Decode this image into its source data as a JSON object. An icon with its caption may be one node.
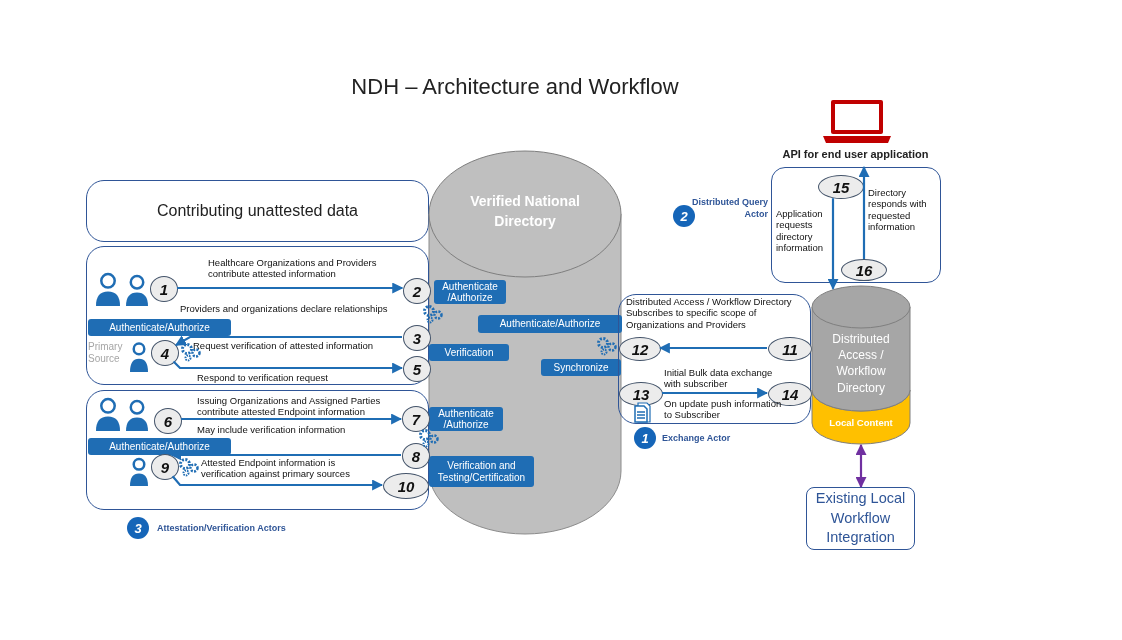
{
  "diagram": {
    "title": "NDH – Architecture and Workflow",
    "nodes": [
      {
        "text": [
          "Contributing unattested data"
        ]
      },
      {
        "text": [
          "Verified National Directory"
        ]
      },
      {
        "text": [],
        "shape": "box"
      },
      {
        "text": [
          "1"
        ],
        "in": 2
      },
      {
        "text": [
          "2"
        ],
        "in": 2
      },
      {
        "text": [
          "Authenticate/Authorize"
        ],
        "in": 2
      },
      {
        "text": [
          "3"
        ],
        "in": 2
      },
      {
        "text": [
          "4"
        ],
        "in": 2
      },
      {
        "text": [
          "5"
        ],
        "in": 2
      },
      {
        "text": [],
        "shape": "box"
      },
      {
        "text": [
          "6"
        ],
        "in": 9
      },
      {
        "text": [
          "7"
        ],
        "in": 9
      },
      {
        "text": [
          "Authenticate/Authorize"
        ],
        "in": 9
      },
      {
        "text": [
          "8"
        ],
        "in": 9
      },
      {
        "text": [
          "9"
        ],
        "in": 9
      },
      {
        "text": [
          "10"
        ],
        "in": 9
      },
      {
        "text": [
          "Authenticate /Authorize"
        ],
        "in": 1
      },
      {
        "text": [
          "Authenticate/Authorize"
        ],
        "in": 1
      },
      {
        "text": [
          "Verification"
        ],
        "in": 1
      },
      {
        "text": [
          "Synchronize"
        ],
        "in": 1
      },
      {
        "text": [
          "Authenticate /Authorize"
        ],
        "in": 1
      },
      {
        "text": [
          "Verification and Testing/Certification"
        ],
        "in": 1
      },
      {
        "text": [],
        "shape": "box"
      },
      {
        "text": [
          "12"
        ],
        "in": 22
      },
      {
        "text": [
          "11"
        ],
        "in": 22
      },
      {
        "text": [
          "13"
        ],
        "in": 22
      },
      {
        "text": [
          "14"
        ],
        "in": 22
      },
      {
        "text": [
          "API for end user application"
        ]
      },
      {
        "text": [
          "15"
        ],
        "in": 27
      },
      {
        "text": [
          "16"
        ],
        "in": 27
      },
      {
        "text": [
          "Distributed Access / Workflow Directory",
          "Local Content"
        ]
      },
      {
        "text": [
          "Existing Local Workflow Integration"
        ]
      },
      {
        "text": [
          "2"
        ],
        "beside": [
          "Distributed Query Actor"
        ]
      },
      {
        "text": [
          "1"
        ],
        "beside": [
          "Exchange Actor"
        ]
      },
      {
        "text": [
          "3"
        ],
        "beside": [
          "Attestation/Verification Actors"
        ]
      }
    ],
    "edges": [
      {
        "from": 3,
        "to": 4,
        "arrow": "to",
        "label": "Healthcare Organizations and Providers contribute attested information"
      },
      {
        "from": 6,
        "to": 7,
        "arrow": "to",
        "label": "Request verification of attested information"
      },
      {
        "from": 7,
        "to": 8,
        "arrow": "to",
        "label": "Respond to verification request"
      },
      {
        "from": 10,
        "to": 11,
        "arrow": "to",
        "label": "Issuing Organizations and Assigned Parties contribute attested Endpoint information"
      },
      {
        "from": 13,
        "to": 14,
        "arrow": "to"
      },
      {
        "from": 14,
        "to": 15,
        "arrow": "to",
        "label": "Attested Endpoint information is verification against primary sources"
      },
      {
        "from": 24,
        "to": 23,
        "arrow": "to",
        "label": "Distributed Access / Workflow Directory Subscribes to specific scope of Organizations and Providers"
      },
      {
        "from": 25,
        "to": 26,
        "arrow": "to",
        "label": "Initial Bulk data exchange with subscriber"
      },
      {
        "from": 28,
        "to": 30,
        "arrow": "to",
        "label": "Application requests directory information"
      },
      {
        "from": 29,
        "to": 27,
        "arrow": "to",
        "label": "Directory responds with requested information"
      },
      {
        "from": 30,
        "to": 31,
        "arrow": "both",
        "color": "#7030a0"
      }
    ],
    "labels": [
      "Providers and organizations declare relationships",
      "Primary Source",
      "May include verification information",
      "On update push information to Subscriber"
    ]
  }
}
